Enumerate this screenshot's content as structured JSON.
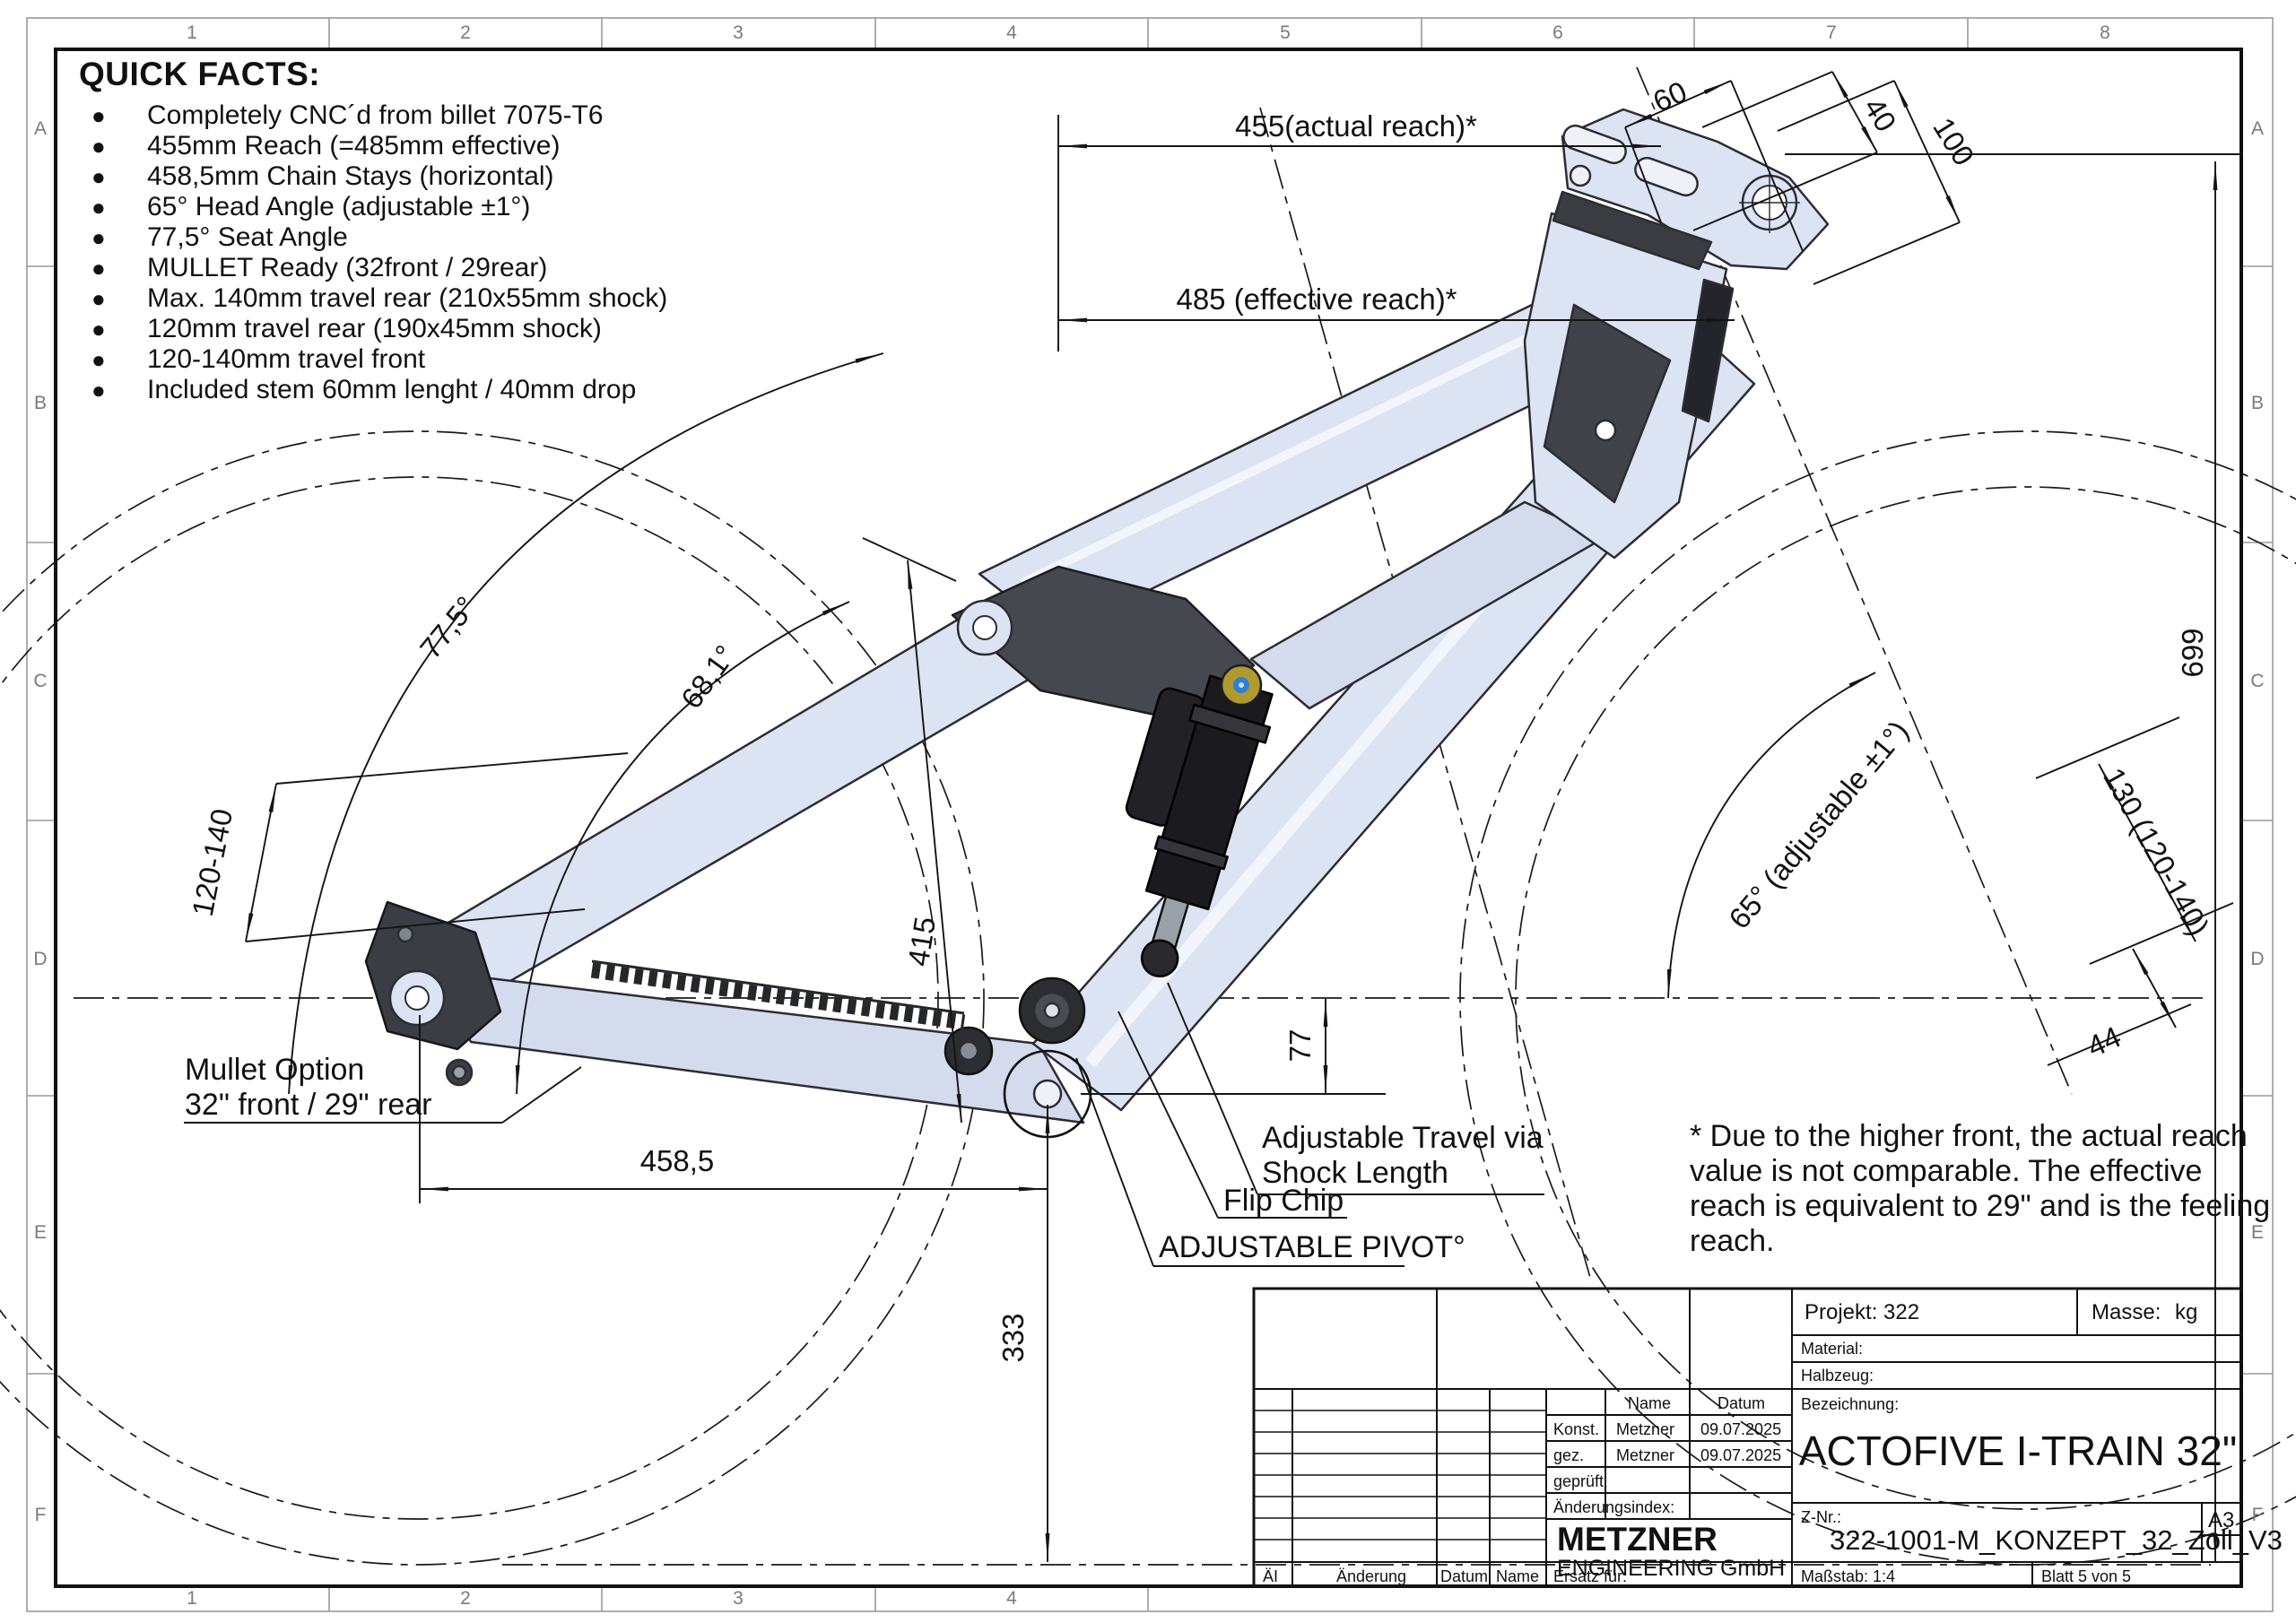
{
  "sheet": {
    "grid_top": [
      "1",
      "2",
      "3",
      "4",
      "5",
      "6",
      "7",
      "8"
    ],
    "grid_bottom": [
      "1",
      "2",
      "3",
      "4"
    ],
    "grid_left": [
      "A",
      "B",
      "C",
      "D",
      "E",
      "F"
    ],
    "grid_right": [
      "A",
      "B",
      "C",
      "D",
      "E",
      "F"
    ]
  },
  "quick_facts": {
    "title": "QUICK FACTS:",
    "items": [
      "Completely CNC´d from billet 7075-T6",
      "455mm Reach (=485mm effective)",
      "458,5mm Chain Stays (horizontal)",
      "65° Head Angle (adjustable ±1°)",
      "77,5° Seat Angle",
      "MULLET Ready (32front / 29rear)",
      "Max. 140mm travel rear (210x55mm shock)",
      "120mm travel rear (190x45mm shock)",
      "120-140mm travel front",
      "Included stem 60mm lenght / 40mm drop"
    ]
  },
  "dimensions": {
    "reach_actual": "455(actual reach)*",
    "reach_effective": "485 (effective reach)*",
    "stem_length": "60",
    "stem_drop": "40",
    "stem_spacer": "100",
    "front_height": "699",
    "fork_travel": "130 (120-140)",
    "fork_offset": "44",
    "head_angle": "65° (adjustable ±1°)",
    "seat_angle_effective": "77,5°",
    "seat_angle_actual": "68,1°",
    "rear_travel": "120-140",
    "seat_tube": "415",
    "chainstay": "458,5",
    "bb_height": "333",
    "bb_drop": "77"
  },
  "callouts": {
    "mullet_line1": "Mullet Option",
    "mullet_line2": "32\" front / 29\" rear",
    "travel_line1": "Adjustable Travel via",
    "travel_line2": "Shock Length",
    "flip_chip": "Flip Chip",
    "adjustable_pivot": "ADJUSTABLE PIVOT°",
    "note_line1": "* Due to the higher front, the actual reach",
    "note_line2": "value is not comparable. The effective",
    "note_line3": "reach is equivalent to 29\" and is the feeling",
    "note_line4": "reach."
  },
  "title_block": {
    "projekt": "Projekt: 322",
    "masse_label": "Masse:",
    "masse_unit": "kg",
    "material": "Material:",
    "halbzeug": "Halbzeug:",
    "bezeichnung_label": "Bezeichnung:",
    "bezeichnung": "ACTOFIVE I-TRAIN 32\"",
    "znr_label": "Z-Nr.:",
    "znr": "322-1001-M_KONZEPT_32_Zoll_V3",
    "format": "A3",
    "massstab": "Maßstab: 1:4",
    "blatt": "Blatt 5 von 5",
    "name_header": "Name",
    "datum_header": "Datum",
    "konst_label": "Konst.",
    "konst_name": "Metzner",
    "konst_datum": "09.07.2025",
    "gez_label": "gez.",
    "gez_name": "Metzner",
    "gez_datum": "09.07.2025",
    "geprueft_label": "geprüft",
    "aenderungsindex": "Änderungsindex:",
    "company_name": "METZNER",
    "company_sub": "ENGINEERING GmbH",
    "ersatz": "Ersatz für:",
    "rev_ai": "ÄI",
    "rev_aenderung": "Änderung",
    "rev_datum": "Datum",
    "rev_name": "Name"
  },
  "colors": {
    "frame_light": "#dce3f2",
    "frame_dark": "#43454c",
    "shock_black": "#1b1b1f",
    "anodized_gold": "#b09a2e",
    "anodized_blue": "#2f7fd6",
    "line_black": "#151515",
    "grid_gray": "#8a8a8a"
  }
}
